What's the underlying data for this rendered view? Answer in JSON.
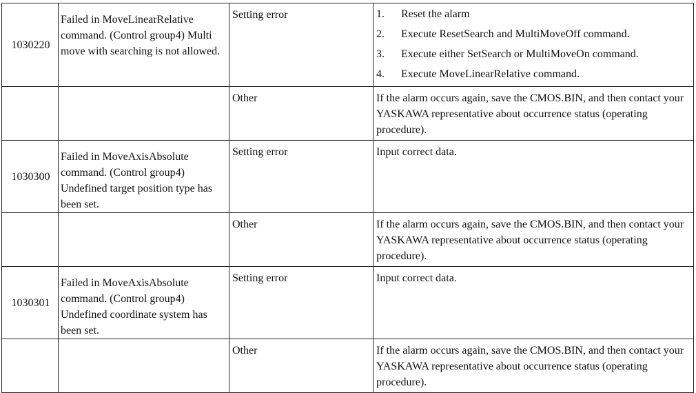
{
  "rows": [
    {
      "code": "1030220",
      "description": "Failed in MoveLinearRelative command. (Control group4) Multi move with searching is not allowed.",
      "causes": [
        {
          "cause": "Setting error",
          "remedy_steps": [
            {
              "num": "1.",
              "text": "Reset the alarm"
            },
            {
              "num": "2.",
              "text": "Execute ResetSearch and MultiMoveOff command."
            },
            {
              "num": "3.",
              "text": "Execute either SetSearch or MultiMoveOn command."
            },
            {
              "num": "4.",
              "text": "Execute MoveLinearRelative command."
            }
          ]
        },
        {
          "cause": "Other",
          "remedy": "If the alarm occurs again, save the CMOS.BIN, and then contact your YASKAWA representative about occurrence status (operating procedure)."
        }
      ]
    },
    {
      "code": "1030300",
      "description": "Failed in MoveAxisAbsolute command. (Control group4) Undefined target position type has been set.",
      "causes": [
        {
          "cause": "Setting error",
          "remedy": "Input correct data."
        },
        {
          "cause": "Other",
          "remedy": "If the alarm occurs again, save the CMOS.BIN, and then contact your YASKAWA representative about occurrence status (operating procedure)."
        }
      ]
    },
    {
      "code": "1030301",
      "description": "Failed in MoveAxisAbsolute command. (Control group4) Undefined coordinate system has been set.",
      "causes": [
        {
          "cause": "Setting error",
          "remedy": "Input correct data."
        },
        {
          "cause": "Other",
          "remedy": "If the alarm occurs again, save the CMOS.BIN, and then contact your YASKAWA representative about occurrence status (operating procedure)."
        }
      ]
    }
  ]
}
